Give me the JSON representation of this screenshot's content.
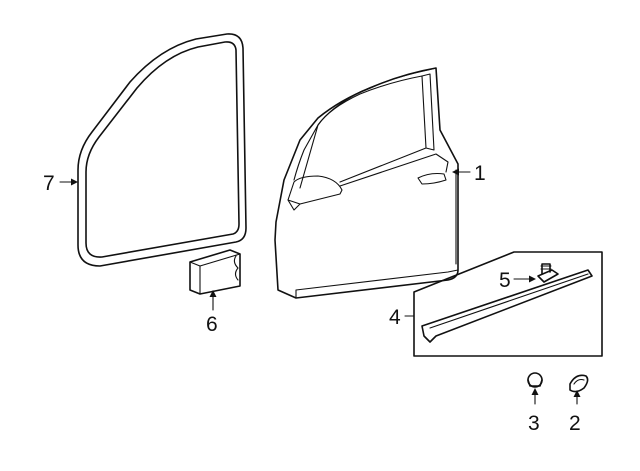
{
  "callouts": {
    "door_shell": "1",
    "clip_2": "2",
    "clip_3": "3",
    "molding": "4",
    "molding_clip": "5",
    "pad": "6",
    "weatherstrip": "7"
  },
  "colors": {
    "line": "#111111",
    "background": "#ffffff"
  }
}
